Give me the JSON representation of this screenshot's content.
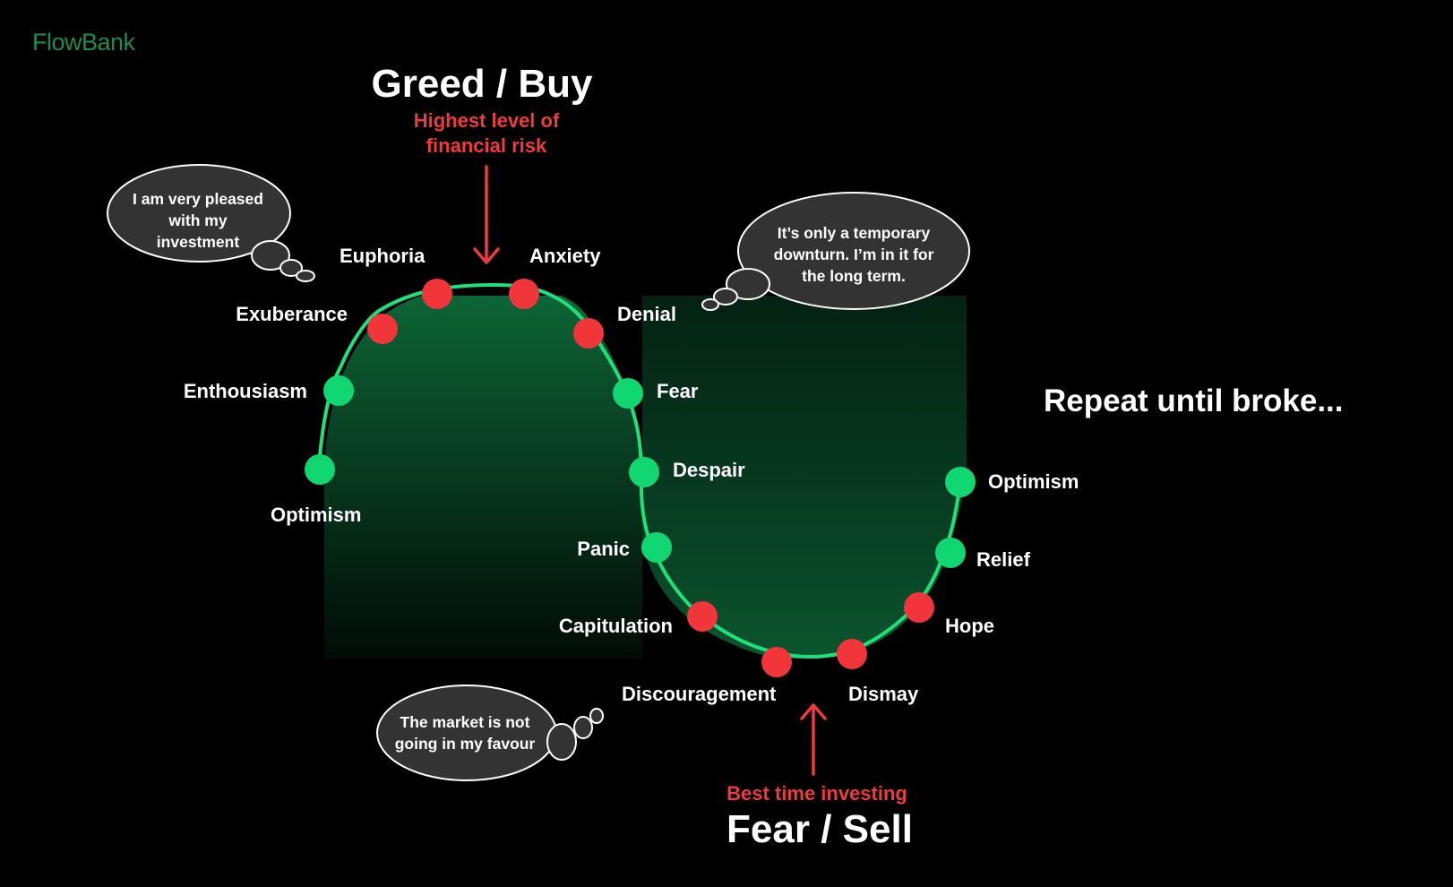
{
  "brand": {
    "name": "FlowBank",
    "color": "#1f8a4c"
  },
  "colors": {
    "curve": "#1fe07a",
    "green_dot": "#10d772",
    "red_dot": "#f0353b",
    "accent_red": "#ee3b3f",
    "shade": "#0e6b3a"
  },
  "top": {
    "title": "Greed / Buy",
    "subtitle_line1": "Highest level of",
    "subtitle_line2": "financial risk"
  },
  "bottom": {
    "subtitle": "Best time investing",
    "title": "Fear / Sell"
  },
  "repeat_text": "Repeat until broke...",
  "stages": [
    {
      "label": "Optimism",
      "sentiment": "positive"
    },
    {
      "label": "Enthousiasm",
      "sentiment": "positive"
    },
    {
      "label": "Exuberance",
      "sentiment": "risk"
    },
    {
      "label": "Euphoria",
      "sentiment": "risk"
    },
    {
      "label": "Anxiety",
      "sentiment": "risk"
    },
    {
      "label": "Denial",
      "sentiment": "risk"
    },
    {
      "label": "Fear",
      "sentiment": "positive"
    },
    {
      "label": "Despair",
      "sentiment": "positive"
    },
    {
      "label": "Panic",
      "sentiment": "positive"
    },
    {
      "label": "Capitulation",
      "sentiment": "risk"
    },
    {
      "label": "Discouragement",
      "sentiment": "risk"
    },
    {
      "label": "Dismay",
      "sentiment": "risk"
    },
    {
      "label": "Hope",
      "sentiment": "risk"
    },
    {
      "label": "Relief",
      "sentiment": "positive"
    },
    {
      "label": "Optimism",
      "sentiment": "positive"
    }
  ],
  "bubbles": {
    "pleased": [
      "I am very pleased",
      "with my",
      "investment"
    ],
    "temporary": [
      "It’s only a temporary",
      "downturn. I’m in it for",
      "the long term."
    ],
    "market": [
      "The market is not",
      "going in my favour"
    ]
  }
}
